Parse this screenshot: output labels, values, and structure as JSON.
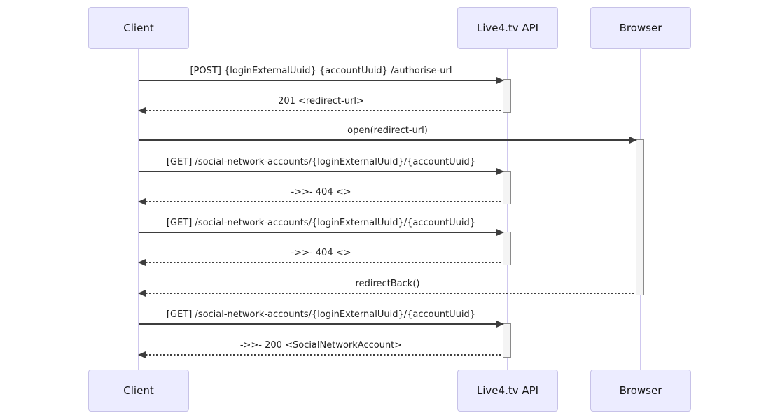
{
  "diagram": {
    "type": "sequence-diagram",
    "actors": [
      {
        "id": "client",
        "label": "Client"
      },
      {
        "id": "api",
        "label": "Live4.tv API"
      },
      {
        "id": "browser",
        "label": "Browser"
      }
    ],
    "messages": [
      {
        "from": "client",
        "to": "api",
        "line": "solid",
        "label": "[POST] {loginExternalUuid} {accountUuid} /authorise-url"
      },
      {
        "from": "api",
        "to": "client",
        "line": "dashed",
        "label": "201 <redirect-url>"
      },
      {
        "from": "client",
        "to": "browser",
        "line": "solid",
        "label": "open(redirect-url)"
      },
      {
        "from": "client",
        "to": "api",
        "line": "solid",
        "label": "[GET] /social-network-accounts/{loginExternalUuid}/{accountUuid}"
      },
      {
        "from": "api",
        "to": "client",
        "line": "dashed",
        "label": "->>- 404 <>"
      },
      {
        "from": "client",
        "to": "api",
        "line": "solid",
        "label": "[GET] /social-network-accounts/{loginExternalUuid}/{accountUuid}"
      },
      {
        "from": "api",
        "to": "client",
        "line": "dashed",
        "label": "->>- 404 <>"
      },
      {
        "from": "browser",
        "to": "client",
        "line": "dashed",
        "label": "redirectBack()"
      },
      {
        "from": "client",
        "to": "api",
        "line": "solid",
        "label": "[GET] /social-network-accounts/{loginExternalUuid}/{accountUuid}"
      },
      {
        "from": "api",
        "to": "client",
        "line": "dashed",
        "label": "->>- 200 <SocialNetworkAccount>"
      }
    ],
    "colors": {
      "actor_fill": "#ECECFF",
      "actor_border": "#c7c2e8",
      "lifeline": "#cfc8ef",
      "activation_fill": "#f4f4f4",
      "activation_border": "#8a8a8a",
      "message_line": "#3d3d3d",
      "text": "#141414",
      "background": "#ffffff"
    }
  }
}
